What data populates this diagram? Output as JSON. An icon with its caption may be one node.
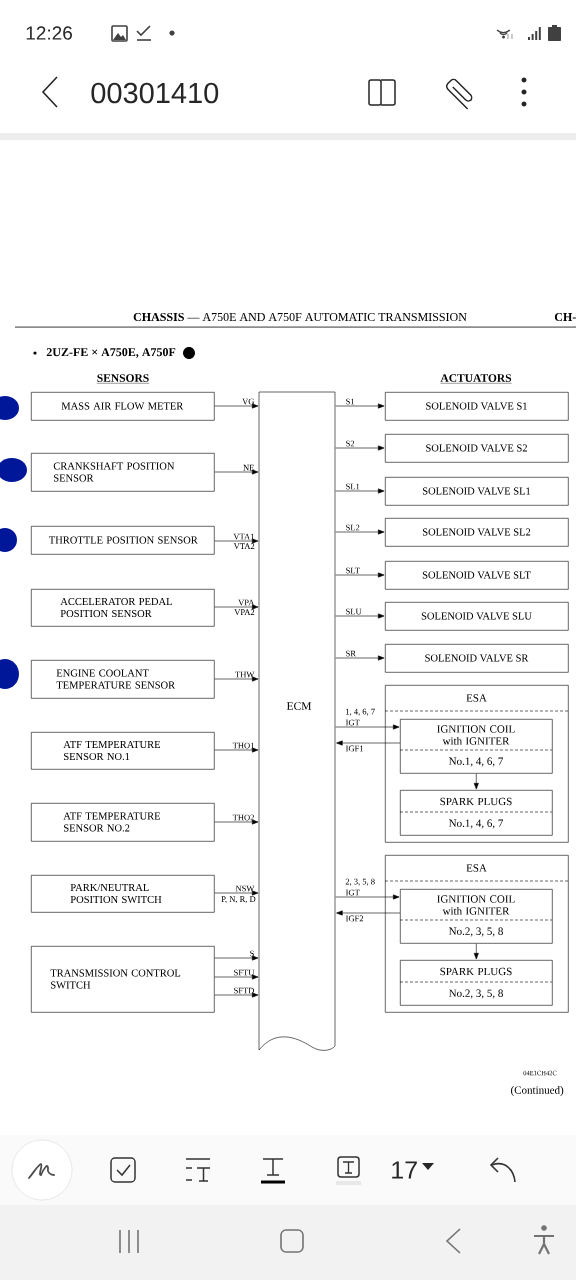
{
  "diagram": {
    "title": "**CHASSIS** — A750E AND A750F AUTOMATIC TRANSMISSION",
    "nodes": [
      {
        "text": [
          "MASS AIR FLOW METER"
        ]
      },
      {
        "text": [
          "CRANKSHAFT POSITION SENSOR"
        ]
      },
      {
        "text": [
          "THROTTLE POSITION SENSOR"
        ]
      },
      {
        "text": [
          "ACCELERATOR PEDAL POSITION SENSOR"
        ]
      },
      {
        "text": [
          "ENGINE COOLANT TEMPERATURE SENSOR"
        ]
      },
      {
        "text": [
          "ATF TEMPERATURE SENSOR NO.1"
        ]
      },
      {
        "text": [
          "ATF TEMPERATURE SENSOR NO.2"
        ]
      },
      {
        "text": [
          "PARK/NEUTRAL POSITION SWITCH"
        ]
      },
      {
        "text": [
          "TRANSMISSION CONTROL SWITCH"
        ]
      },
      {
        "text": [
          "ECM"
        ]
      },
      {
        "text": [
          "SOLENOID VALVE S1"
        ]
      },
      {
        "text": [
          "SOLENOID VALVE S2"
        ]
      },
      {
        "text": [
          "SOLENOID VALVE SL1"
        ]
      },
      {
        "text": [
          "SOLENOID VALVE SL2"
        ]
      },
      {
        "text": [
          "SOLENOID VALVE SLT"
        ]
      },
      {
        "text": [
          "SOLENOID VALVE SLU"
        ]
      },
      {
        "text": [
          "SOLENOID VALVE SR"
        ]
      },
      {
        "text": [
          "ESA"
        ]
      },
      {
        "text": [
          "IGNITION COIL with IGNITER",
          "No.1, 4, 6, 7"
        ],
        "in": 17
      },
      {
        "text": [
          "SPARK PLUGS",
          "No.1, 4, 6, 7"
        ],
        "in": 17
      },
      {
        "text": [
          "ESA"
        ]
      },
      {
        "text": [
          "IGNITION COIL with IGNITER",
          "No.2, 3, 5, 8"
        ],
        "in": 20
      },
      {
        "text": [
          "SPARK PLUGS",
          "No.2, 3, 5, 8"
        ],
        "in": 20
      }
    ],
    "edges": [
      {
        "from": 0,
        "to": 9,
        "arrow": "to",
        "label": "VG"
      },
      {
        "from": 1,
        "to": 9,
        "arrow": "to",
        "label": "NE"
      },
      {
        "from": 2,
        "to": 9,
        "arrow": "to",
        "label": "VTA1"
      },
      {
        "from": 3,
        "to": 9,
        "arrow": "to",
        "label": "VPA"
      },
      {
        "from": 4,
        "to": 9,
        "arrow": "to",
        "label": "THW"
      },
      {
        "from": 5,
        "to": 9,
        "arrow": "to",
        "label": "THO1"
      },
      {
        "from": 6,
        "to": 9,
        "arrow": "to",
        "label": "THO2"
      },
      {
        "from": 7,
        "to": 9,
        "arrow": "to",
        "label": "NSW"
      },
      {
        "from": 8,
        "to": 9,
        "arrow": "to",
        "label": "S"
      },
      {
        "from": 8,
        "to": 9,
        "arrow": "to",
        "label": "SFTU"
      },
      {
        "from": 8,
        "to": 9,
        "arrow": "to",
        "label": "SFTD"
      },
      {
        "from": 9,
        "to": 10,
        "arrow": "to",
        "label": "S1"
      },
      {
        "from": 9,
        "to": 11,
        "arrow": "to",
        "label": "S2"
      },
      {
        "from": 9,
        "to": 12,
        "arrow": "to",
        "label": "SL1"
      },
      {
        "from": 9,
        "to": 13,
        "arrow": "to",
        "label": "SL2"
      },
      {
        "from": 9,
        "to": 14,
        "arrow": "to",
        "label": "SLT"
      },
      {
        "from": 9,
        "to": 15,
        "arrow": "to",
        "label": "SLU"
      },
      {
        "from": 9,
        "to": 16,
        "arrow": "to",
        "label": "SR"
      },
      {
        "from": 9,
        "to": 18,
        "arrow": "to",
        "label": "IGT"
      },
      {
        "from": 18,
        "to": 9,
        "arrow": "to",
        "label": "IGF1"
      },
      {
        "from": 18,
        "to": 19,
        "arrow": "to"
      },
      {
        "from": 9,
        "to": 21,
        "arrow": "to",
        "label": "IGT"
      },
      {
        "from": 21,
        "to": 9,
        "arrow": "to",
        "label": "IGF2"
      },
      {
        "from": 21,
        "to": 22,
        "arrow": "to"
      }
    ],
    "labels": [
      "12:26",
      "00301410",
      "CH-",
      "2UZ-FE × A750E, A750F",
      "SENSORS",
      "ACTUATORS",
      "VTA2",
      "VPA2",
      "1, 4, 6, 7",
      "P, N, R, D",
      "2, 3, 5, 8",
      "04E1CH42C",
      "(Continued)",
      "17"
    ]
  }
}
